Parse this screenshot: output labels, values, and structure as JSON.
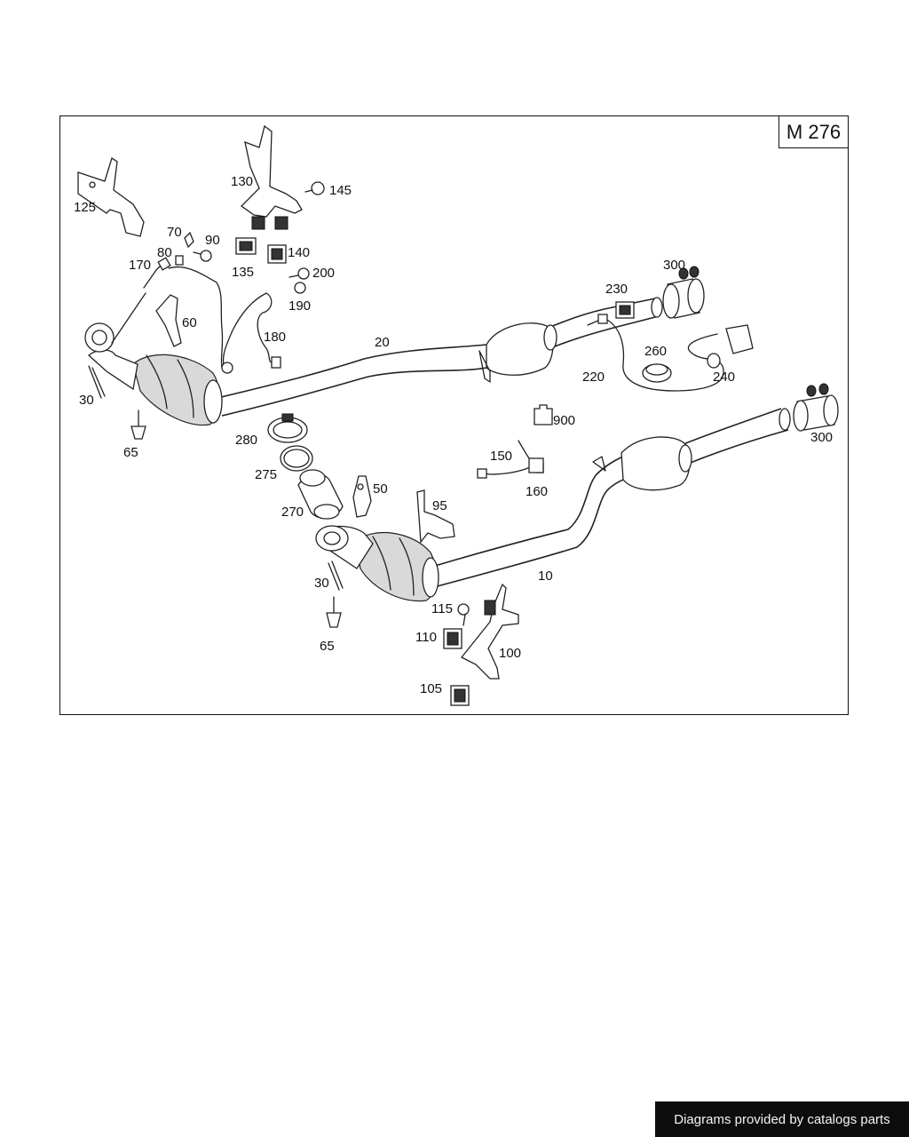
{
  "diagram": {
    "model_code": "M 276",
    "labels": [
      {
        "id": "125",
        "text": "125"
      },
      {
        "id": "130",
        "text": "130"
      },
      {
        "id": "145",
        "text": "145"
      },
      {
        "id": "70",
        "text": "70"
      },
      {
        "id": "90",
        "text": "90"
      },
      {
        "id": "80",
        "text": "80"
      },
      {
        "id": "170",
        "text": "170"
      },
      {
        "id": "135",
        "text": "135"
      },
      {
        "id": "140",
        "text": "140"
      },
      {
        "id": "200",
        "text": "200"
      },
      {
        "id": "190",
        "text": "190"
      },
      {
        "id": "60",
        "text": "60"
      },
      {
        "id": "180",
        "text": "180"
      },
      {
        "id": "20",
        "text": "20"
      },
      {
        "id": "30a",
        "text": "30"
      },
      {
        "id": "65a",
        "text": "65"
      },
      {
        "id": "300a",
        "text": "300"
      },
      {
        "id": "230",
        "text": "230"
      },
      {
        "id": "260",
        "text": "260"
      },
      {
        "id": "220",
        "text": "220"
      },
      {
        "id": "240",
        "text": "240"
      },
      {
        "id": "300b",
        "text": "300"
      },
      {
        "id": "900",
        "text": "900"
      },
      {
        "id": "150",
        "text": "150"
      },
      {
        "id": "160",
        "text": "160"
      },
      {
        "id": "280",
        "text": "280"
      },
      {
        "id": "275",
        "text": "275"
      },
      {
        "id": "270",
        "text": "270"
      },
      {
        "id": "50",
        "text": "50"
      },
      {
        "id": "95",
        "text": "95"
      },
      {
        "id": "30b",
        "text": "30"
      },
      {
        "id": "65b",
        "text": "65"
      },
      {
        "id": "10",
        "text": "10"
      },
      {
        "id": "115",
        "text": "115"
      },
      {
        "id": "110",
        "text": "110"
      },
      {
        "id": "100",
        "text": "100"
      },
      {
        "id": "105",
        "text": "105"
      }
    ]
  },
  "footer": {
    "credit": "Diagrams provided by catalogs parts"
  }
}
